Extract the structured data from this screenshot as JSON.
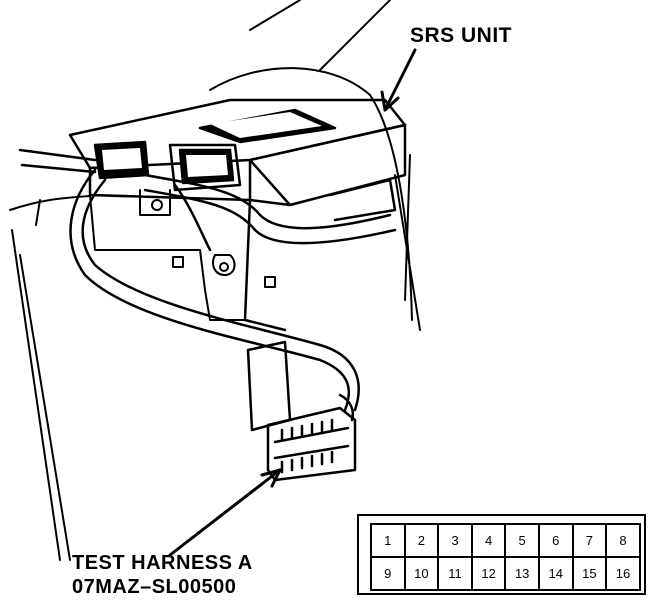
{
  "labels": {
    "srs_unit": "SRS UNIT",
    "test_harness_name": "TEST HARNESS A",
    "test_harness_part": "07MAZ–SL00500"
  },
  "pin_grid": {
    "rows": [
      [
        "1",
        "2",
        "3",
        "4",
        "5",
        "6",
        "7",
        "8"
      ],
      [
        "9",
        "10",
        "11",
        "12",
        "13",
        "14",
        "15",
        "16"
      ]
    ]
  },
  "colors": {
    "ink": "#000000",
    "paper": "#ffffff"
  }
}
